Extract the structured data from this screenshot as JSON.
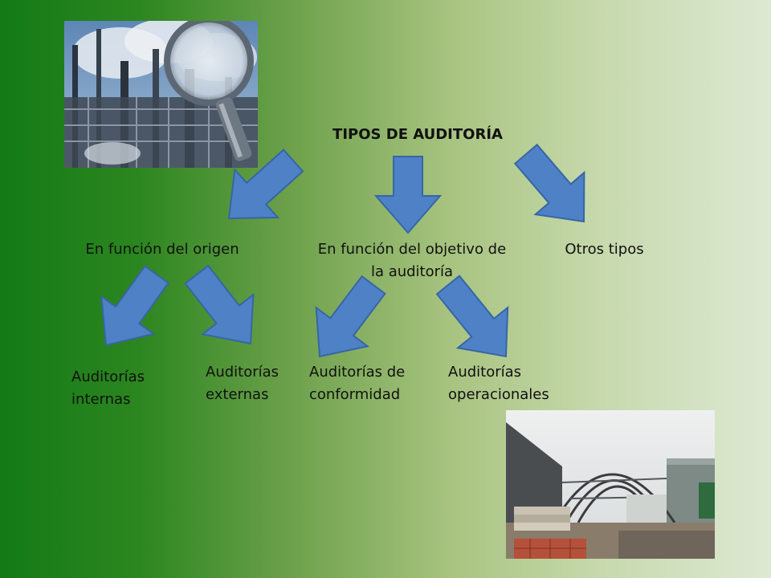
{
  "title": "TIPOS DE AUDITORÍA",
  "branches": [
    {
      "label": "En función del origen"
    },
    {
      "label": "En función del objetivo de\nla auditoría"
    },
    {
      "label": "Otros tipos"
    }
  ],
  "leaves": [
    {
      "label": "Auditorías\ninternas"
    },
    {
      "label": "Auditorías\nexternas"
    },
    {
      "label": "Auditorías de\nconformidad"
    },
    {
      "label": "Auditorías\noperacionales"
    }
  ],
  "colors": {
    "arrow_fill": "#4f81c7",
    "arrow_stroke": "#3766a5",
    "background_dark": "#137a16",
    "background_light": "#dde9d3"
  },
  "icons": [
    "arrow-down-left-icon",
    "arrow-down-icon",
    "arrow-down-right-icon"
  ]
}
